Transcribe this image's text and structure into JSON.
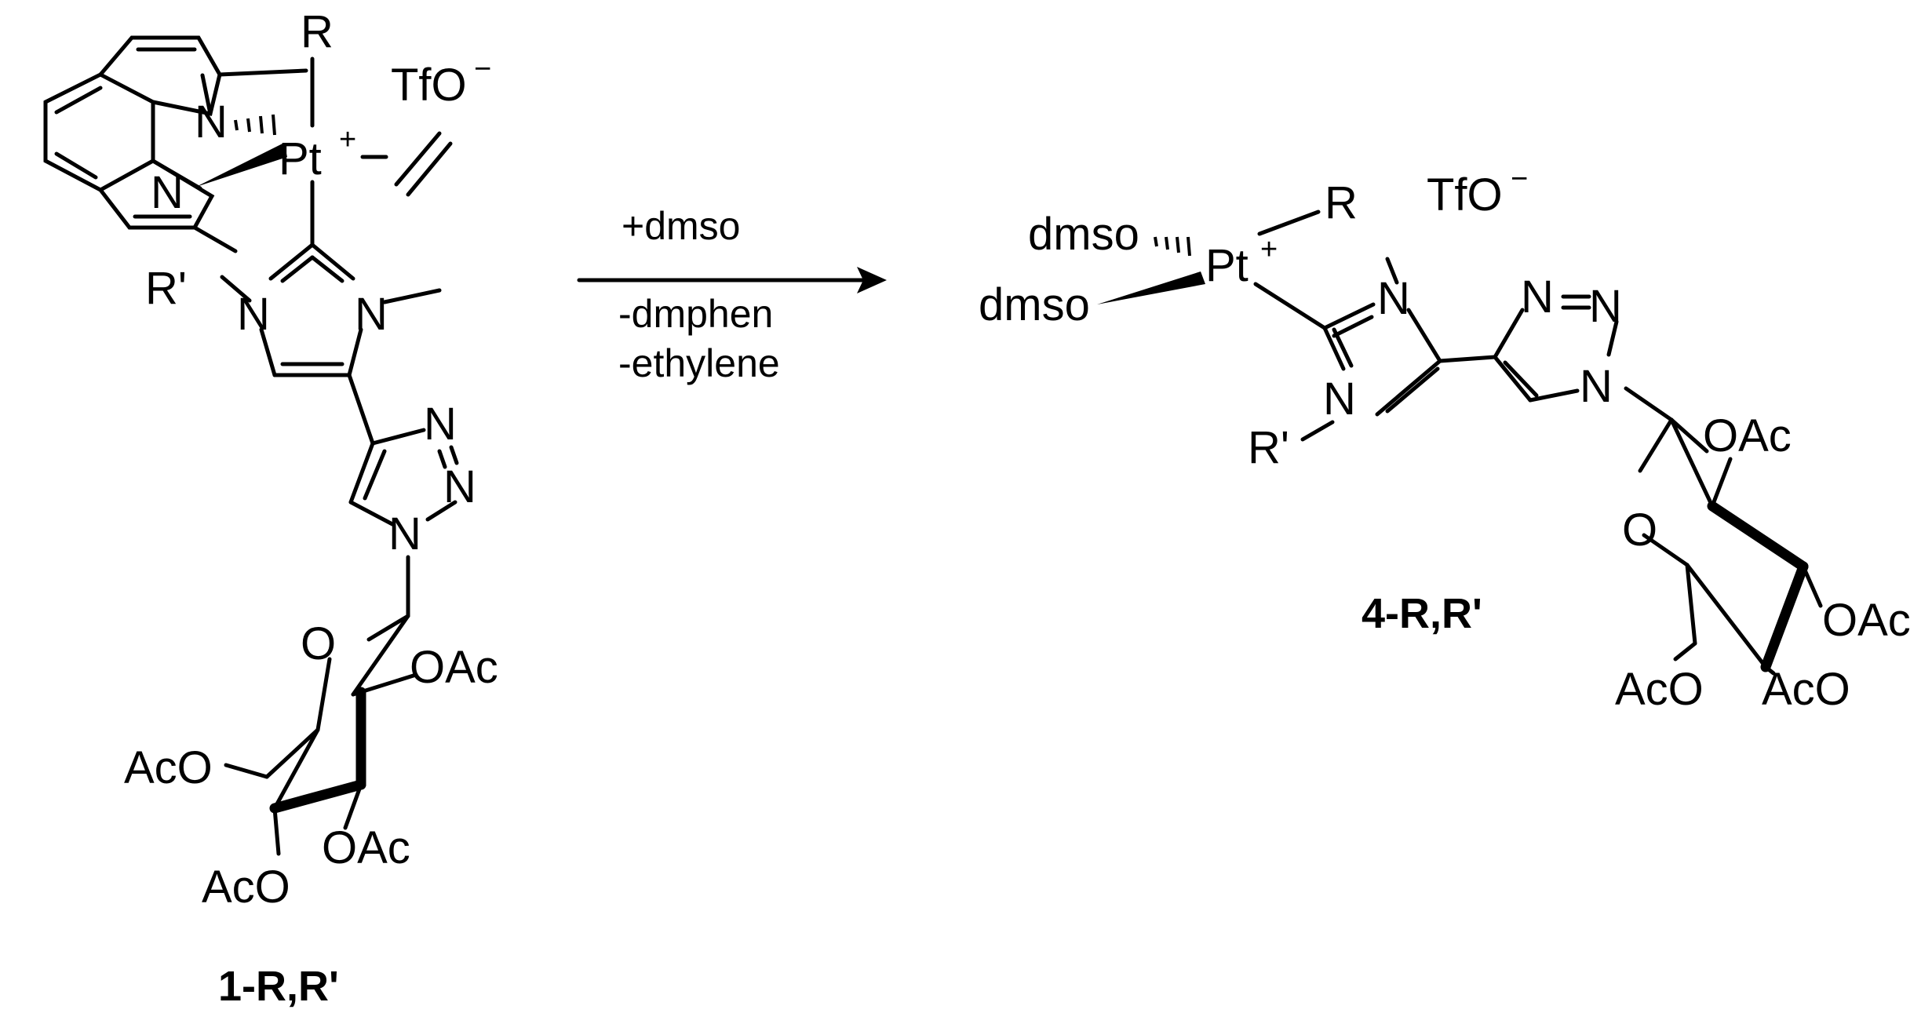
{
  "reactant": {
    "atoms": {
      "R": "R",
      "tfo": "TfO",
      "tfo_charge": "−",
      "N_phen_1": "N",
      "N_phen_2": "N",
      "Pt": "Pt",
      "Pt_charge": "+",
      "R_prime": "R'",
      "N_im_1": "N",
      "N_im_2": "N",
      "N_tz_1": "N",
      "N_tz_2": "N",
      "N_tz_3": "N",
      "O_ring": "O",
      "OAc_2": "OAc",
      "AcO_6": "AcO",
      "AcO_4": "AcO",
      "OAc_3": "OAc"
    },
    "label": "1-R,R'"
  },
  "conditions": {
    "above": "+dmso",
    "below_1": "-dmphen",
    "below_2": "-ethylene"
  },
  "product": {
    "atoms": {
      "dmso_1": "dmso",
      "dmso_2": "dmso",
      "Pt": "Pt",
      "Pt_charge": "+",
      "R": "R",
      "tfo": "TfO",
      "tfo_charge": "−",
      "N_im_1": "N",
      "N_im_2": "N",
      "R_prime": "R'",
      "N_tz_1": "N",
      "N_tz_2": "N",
      "N_tz_3": "N",
      "O_ring": "O",
      "OAc_2": "OAc",
      "OAc_3": "OAc",
      "AcO_4": "AcO",
      "AcO_6": "AcO"
    },
    "label": "4-R,R'"
  }
}
